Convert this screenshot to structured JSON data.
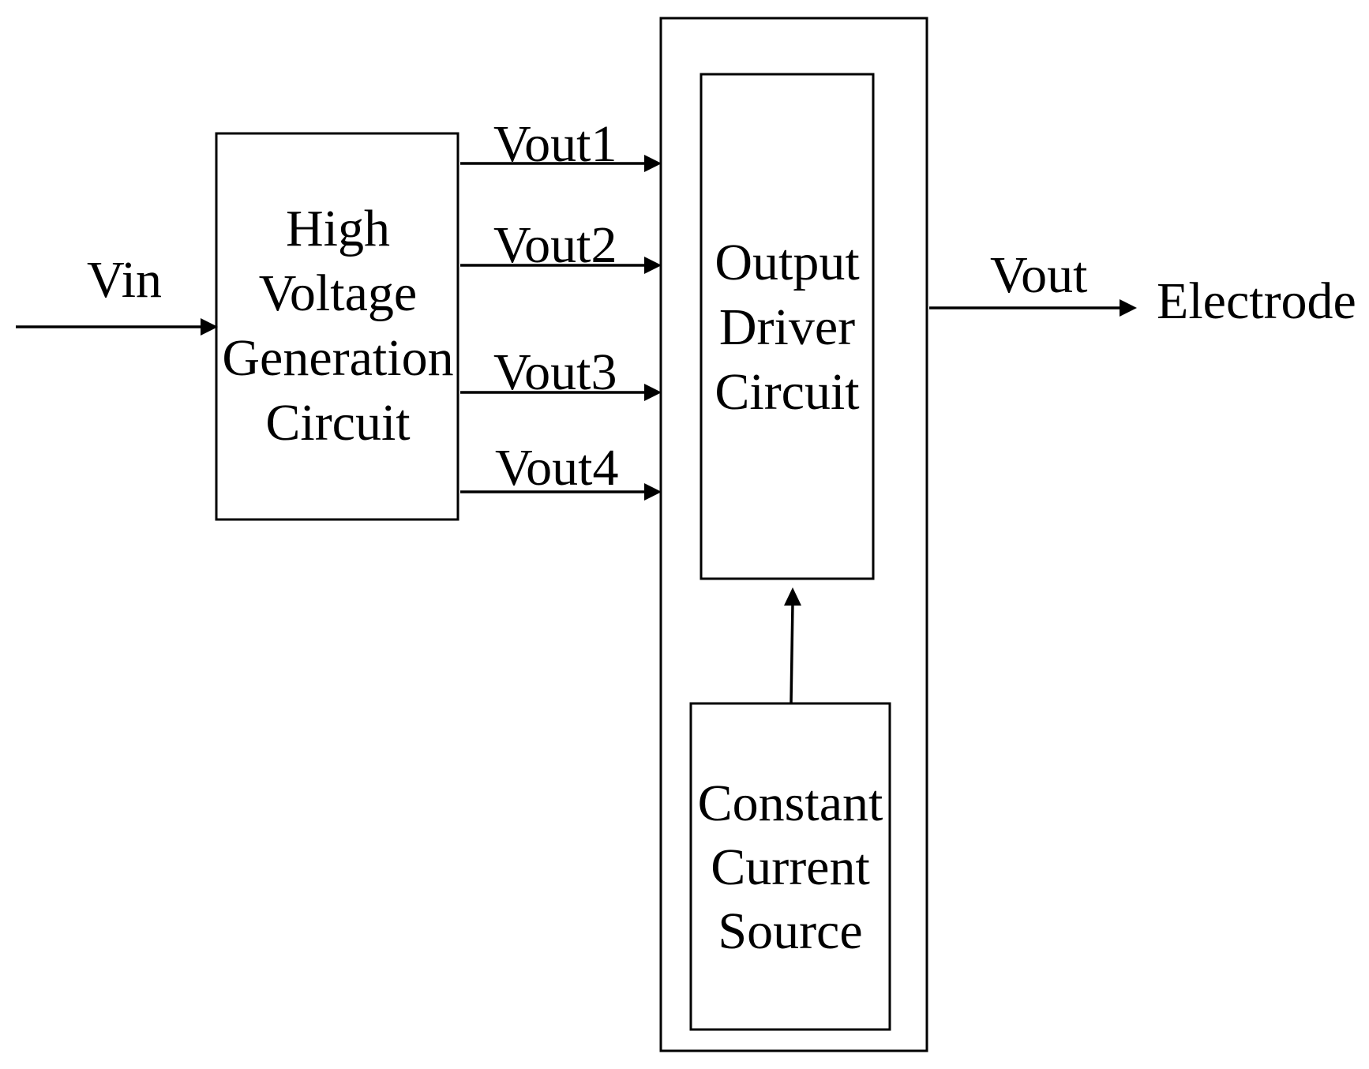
{
  "blocks": {
    "high_voltage": {
      "lines": [
        "High",
        "Voltage",
        "Generation",
        "Circuit"
      ]
    },
    "output_driver": {
      "lines": [
        "Output",
        "Driver",
        "Circuit"
      ]
    },
    "constant_current": {
      "lines": [
        "Constant",
        "Current",
        "Source"
      ]
    }
  },
  "signals": {
    "input": "Vin",
    "outputs": [
      "Vout1",
      "Vout2",
      "Vout3",
      "Vout4"
    ],
    "final_output": "Vout",
    "destination": "Electrode"
  }
}
